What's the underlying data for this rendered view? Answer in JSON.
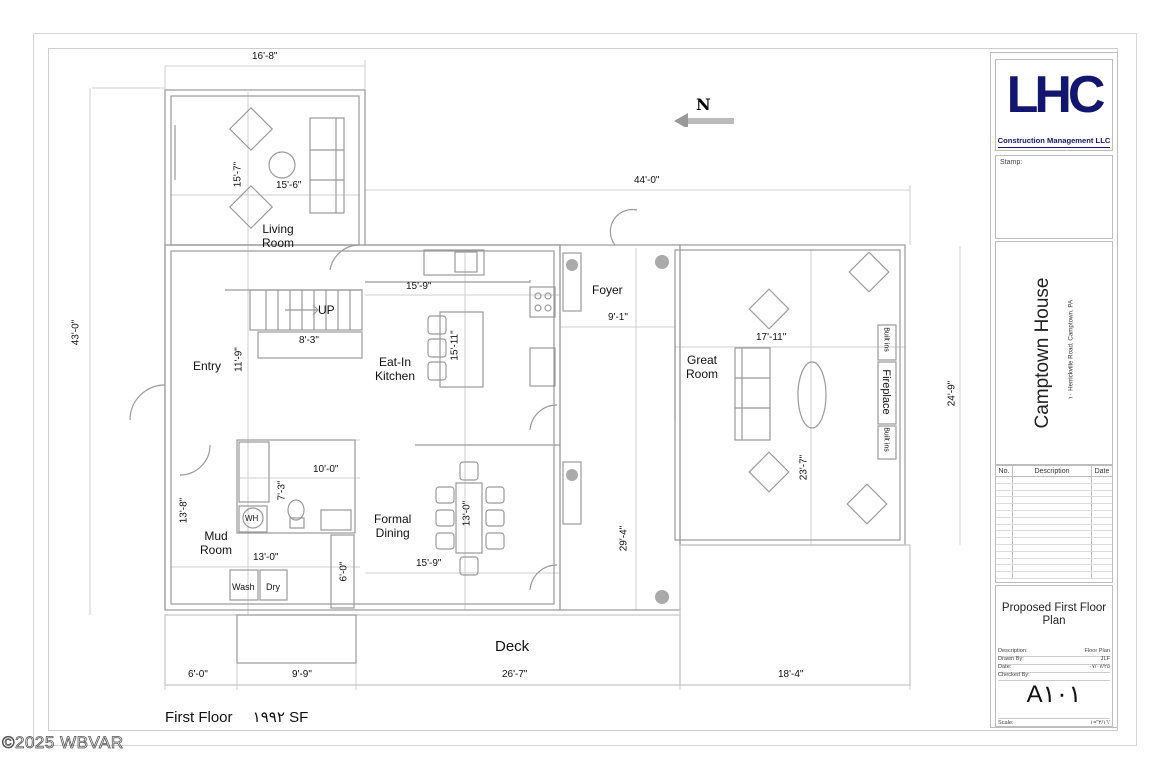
{
  "sheet": {
    "floor_title": "First Floor",
    "floor_area": "١٩٩٢ SF",
    "watermark": "©2025 WBVAR",
    "north_label": "N"
  },
  "title_block": {
    "logo_letters": "LHC",
    "company": "Construction Management LLC",
    "brand_color": "#131670",
    "stamp_label": "Stamp:",
    "project_name": "Camptown House",
    "project_address": "١٠ Herrickville Road, Camptown, PA",
    "revision_table": {
      "headers": [
        "No.",
        "Description",
        "Date"
      ],
      "rows": 15
    },
    "sheet_title": "Proposed First Floor Plan",
    "description_label": "Description:",
    "description_value": "Floor Plan",
    "drawn_by_label": "Drawn By:",
    "drawn_by_value": "JLF",
    "date_label": "Date:",
    "date_value": "٠٧/٠٧/٢٥",
    "checked_by_label": "Checked By:",
    "checked_by_value": "",
    "sheet_number": "A١٠١",
    "scale_label": "Scale:",
    "scale_value": "٣/١٦\"=١'"
  },
  "rooms": {
    "living": "Living\nRoom",
    "entry": "Entry",
    "kitchen": "Eat-In\nKitchen",
    "foyer": "Foyer",
    "great_room": "Great\nRoom",
    "mud_room": "Mud\nRoom",
    "formal_dining": "Formal\nDining",
    "deck": "Deck",
    "built_ins_top": "Built ins",
    "fireplace": "Fireplace",
    "built_ins_bottom": "Built ins",
    "stairs_up": "UP",
    "wash": "Wash",
    "dry": "Dry",
    "water_heater": "WH"
  },
  "dimensions": {
    "overall_top_left": "16'-8\"",
    "overall_top_right": "44'-0\"",
    "overall_left": "43'-0\"",
    "overall_right": "24'-9\"",
    "living_h": "15'-7\"",
    "living_w": "15'-6\"",
    "kitchen_w": "15'-9\"",
    "kitchen_h": "15'-11\"",
    "stair_w": "8'-3\"",
    "entry_h": "11'-9\"",
    "foyer_w": "9'-1\"",
    "great_w": "17'-11\"",
    "great_h": "23'-7\"",
    "hall_h": "29'-4\"",
    "bath_w": "10'-0\"",
    "bath_h": "7'-3\"",
    "mud_h": "13'-8\"",
    "mud_w": "13'-0\"",
    "closet_h": "6'-0\"",
    "dining_h": "13'-0\"",
    "dining_w": "15'-9\"",
    "bottom_1": "6'-0\"",
    "bottom_2": "9'-9\"",
    "bottom_3": "26'-7\"",
    "bottom_4": "18'-4\""
  }
}
